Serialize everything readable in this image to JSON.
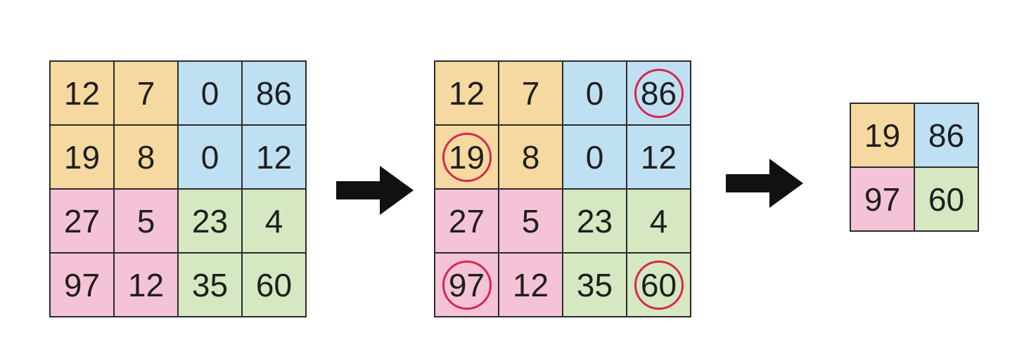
{
  "colors": {
    "orange": "#f5d9a0",
    "blue": "#bfe0f3",
    "pink": "#f5c3d7",
    "green": "#d5e8c1",
    "ring": "#d6284f",
    "border": "#2b2b2b",
    "arrow": "#111111"
  },
  "input_grid": {
    "rows": [
      [
        {
          "v": "12",
          "c": "orange"
        },
        {
          "v": "7",
          "c": "orange"
        },
        {
          "v": "0",
          "c": "blue"
        },
        {
          "v": "86",
          "c": "blue"
        }
      ],
      [
        {
          "v": "19",
          "c": "orange"
        },
        {
          "v": "8",
          "c": "orange"
        },
        {
          "v": "0",
          "c": "blue"
        },
        {
          "v": "12",
          "c": "blue"
        }
      ],
      [
        {
          "v": "27",
          "c": "pink"
        },
        {
          "v": "5",
          "c": "pink"
        },
        {
          "v": "23",
          "c": "green"
        },
        {
          "v": "4",
          "c": "green"
        }
      ],
      [
        {
          "v": "97",
          "c": "pink"
        },
        {
          "v": "12",
          "c": "pink"
        },
        {
          "v": "35",
          "c": "green"
        },
        {
          "v": "60",
          "c": "green"
        }
      ]
    ]
  },
  "highlighted_grid": {
    "rows": [
      [
        {
          "v": "12",
          "c": "orange"
        },
        {
          "v": "7",
          "c": "orange"
        },
        {
          "v": "0",
          "c": "blue"
        },
        {
          "v": "86",
          "c": "blue",
          "circled": true
        }
      ],
      [
        {
          "v": "19",
          "c": "orange",
          "circled": true
        },
        {
          "v": "8",
          "c": "orange"
        },
        {
          "v": "0",
          "c": "blue"
        },
        {
          "v": "12",
          "c": "blue"
        }
      ],
      [
        {
          "v": "27",
          "c": "pink"
        },
        {
          "v": "5",
          "c": "pink"
        },
        {
          "v": "23",
          "c": "green"
        },
        {
          "v": "4",
          "c": "green"
        }
      ],
      [
        {
          "v": "97",
          "c": "pink",
          "circled": true
        },
        {
          "v": "12",
          "c": "pink"
        },
        {
          "v": "35",
          "c": "green"
        },
        {
          "v": "60",
          "c": "green",
          "circled": true
        }
      ]
    ]
  },
  "output_grid": {
    "rows": [
      [
        {
          "v": "19",
          "c": "orange"
        },
        {
          "v": "86",
          "c": "blue"
        }
      ],
      [
        {
          "v": "97",
          "c": "pink"
        },
        {
          "v": "60",
          "c": "green"
        }
      ]
    ]
  },
  "arrows": [
    {
      "icon": "right-arrow-icon"
    },
    {
      "icon": "right-arrow-icon"
    }
  ]
}
